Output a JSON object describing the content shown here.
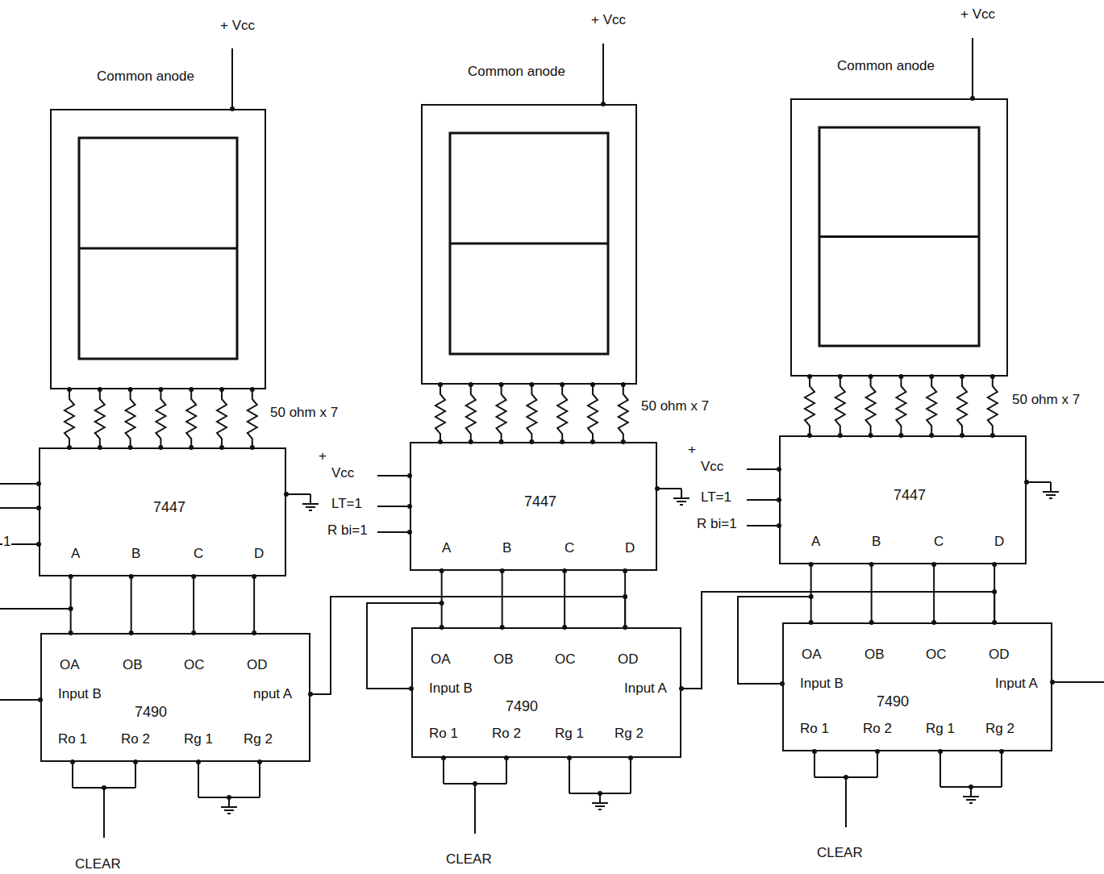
{
  "diagram": {
    "nodes": [
      {
        "text": [
          "Common anode"
        ]
      },
      {
        "text": [
          "7447",
          "A",
          "B",
          "C",
          "D"
        ]
      },
      {
        "text": [
          "OA",
          "OB",
          "OC",
          "OD",
          "Input B",
          "7490",
          "nput A",
          "Ro 1",
          "Ro 2",
          "Rg 1",
          "Rg 2"
        ]
      },
      {
        "text": [
          "Common anode"
        ]
      },
      {
        "text": [
          "7447",
          "A",
          "B",
          "C",
          "D"
        ]
      },
      {
        "text": [
          "OA",
          "OB",
          "OC",
          "OD",
          "Input B",
          "7490",
          "Input A",
          "Ro 1",
          "Ro 2",
          "Rg 1",
          "Rg 2"
        ]
      },
      {
        "text": [
          "Common anode"
        ]
      },
      {
        "text": [
          "7447",
          "A",
          "B",
          "C",
          "D"
        ]
      },
      {
        "text": [
          "OA",
          "OB",
          "OC",
          "OD",
          "Input B",
          "7490",
          "Input A",
          "Ro 1",
          "Ro 2",
          "Rg 1",
          "Rg 2"
        ]
      }
    ],
    "edges": [
      {
        "from": 0,
        "to": 1,
        "arrow": "none"
      },
      {
        "from": 0,
        "to": 1,
        "arrow": "none"
      },
      {
        "from": 0,
        "to": 1,
        "arrow": "none"
      },
      {
        "from": 0,
        "to": 1,
        "arrow": "none"
      },
      {
        "from": 0,
        "to": 1,
        "arrow": "none"
      },
      {
        "from": 0,
        "to": 1,
        "arrow": "none"
      },
      {
        "from": 0,
        "to": 1,
        "arrow": "none"
      },
      {
        "from": 1,
        "to": 2,
        "arrow": "none"
      },
      {
        "from": 1,
        "to": 2,
        "arrow": "none"
      },
      {
        "from": 1,
        "to": 2,
        "arrow": "none"
      },
      {
        "from": 1,
        "to": 2,
        "arrow": "none"
      },
      {
        "from": 3,
        "to": 4,
        "arrow": "none"
      },
      {
        "from": 3,
        "to": 4,
        "arrow": "none"
      },
      {
        "from": 3,
        "to": 4,
        "arrow": "none"
      },
      {
        "from": 3,
        "to": 4,
        "arrow": "none"
      },
      {
        "from": 3,
        "to": 4,
        "arrow": "none"
      },
      {
        "from": 3,
        "to": 4,
        "arrow": "none"
      },
      {
        "from": 3,
        "to": 4,
        "arrow": "none"
      },
      {
        "from": 4,
        "to": 5,
        "arrow": "none"
      },
      {
        "from": 4,
        "to": 5,
        "arrow": "none"
      },
      {
        "from": 4,
        "to": 5,
        "arrow": "none"
      },
      {
        "from": 4,
        "to": 5,
        "arrow": "none"
      },
      {
        "from": 6,
        "to": 7,
        "arrow": "none"
      },
      {
        "from": 6,
        "to": 7,
        "arrow": "none"
      },
      {
        "from": 6,
        "to": 7,
        "arrow": "none"
      },
      {
        "from": 6,
        "to": 7,
        "arrow": "none"
      },
      {
        "from": 6,
        "to": 7,
        "arrow": "none"
      },
      {
        "from": 6,
        "to": 7,
        "arrow": "none"
      },
      {
        "from": 6,
        "to": 7,
        "arrow": "none"
      },
      {
        "from": 7,
        "to": 8,
        "arrow": "none"
      },
      {
        "from": 7,
        "to": 8,
        "arrow": "none"
      },
      {
        "from": 7,
        "to": 8,
        "arrow": "none"
      },
      {
        "from": 7,
        "to": 8,
        "arrow": "none"
      },
      {
        "from": 5,
        "to": 2,
        "arrow": "none"
      },
      {
        "from": 8,
        "to": 5,
        "arrow": "none"
      }
    ],
    "labels": [
      "+ Vcc",
      "+ Vcc",
      "+ Vcc",
      "50 ohm x 7",
      "50 ohm x 7",
      "50 ohm x 7",
      "+",
      "Vcc",
      "LT=1",
      "R bi=1",
      "+",
      "Vcc",
      "LT=1",
      "R bi=1",
      "1",
      "CLEAR",
      "CLEAR",
      "CLEAR"
    ]
  }
}
